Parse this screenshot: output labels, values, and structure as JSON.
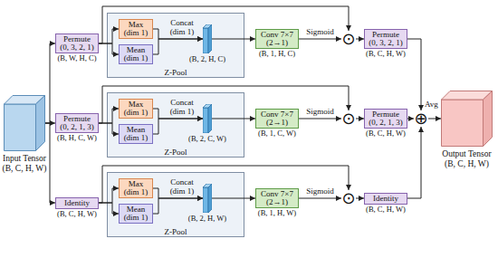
{
  "diagram": {
    "nodes": [
      {
        "text": [
          "Input Tensor",
          "(B, C, H, W)"
        ]
      },
      {
        "text": [
          "Permute (0, 3, 2, 1)",
          "(B, W, H, C)"
        ]
      },
      {
        "text": [
          "Z-Pool"
        ]
      },
      {
        "text": [
          "Max (dim 1)"
        ],
        "in": 2
      },
      {
        "text": [
          "Mean (dim 1)"
        ],
        "in": 2
      },
      {
        "text": [
          "(B, 2, H, C)"
        ],
        "in": 2
      },
      {
        "text": [
          "Conv 7×7 (2→1)",
          "(B, 1, H, C)"
        ]
      },
      {
        "text": [
          "⊙"
        ]
      },
      {
        "text": [
          "Permute (0, 3, 2, 1)",
          "(B, C, H, W)"
        ]
      },
      {
        "text": [
          "Permute (0, 2, 1, 3)",
          "(B, H, C, W)"
        ]
      },
      {
        "text": [
          "Z-Pool"
        ]
      },
      {
        "text": [
          "Max (dim 1)"
        ],
        "in": 10
      },
      {
        "text": [
          "Mean (dim 1)"
        ],
        "in": 10
      },
      {
        "text": [
          "(B, 2, C, W)"
        ],
        "in": 10
      },
      {
        "text": [
          "Conv 7×7 (2→1)",
          "(B, 1, C, W)"
        ]
      },
      {
        "text": [
          "⊙"
        ]
      },
      {
        "text": [
          "Permute (0, 2, 1, 3)",
          "(B, C, H, W)"
        ]
      },
      {
        "text": [
          "Identity",
          "(B, C, H, W)"
        ]
      },
      {
        "text": [
          "Z-Pool"
        ]
      },
      {
        "text": [
          "Max (dim 1)"
        ],
        "in": 18
      },
      {
        "text": [
          "Mean (dim 1)"
        ],
        "in": 18
      },
      {
        "text": [
          "(B, 2, H, W)"
        ],
        "in": 18
      },
      {
        "text": [
          "Conv 7×7 (2→1)",
          "(B, 1, H, W)"
        ]
      },
      {
        "text": [
          "⊙"
        ]
      },
      {
        "text": [
          "Identity",
          "(B, C, H, W)"
        ]
      },
      {
        "text": [
          "⊕"
        ]
      },
      {
        "text": [
          "Output Tensor",
          "(B, C, H, W)"
        ]
      }
    ],
    "edges": [
      {
        "from": 0,
        "to": 1,
        "arrow": "to"
      },
      {
        "from": 0,
        "to": 9,
        "arrow": "to"
      },
      {
        "from": 0,
        "to": 17,
        "arrow": "to"
      },
      {
        "from": 1,
        "to": 3,
        "arrow": "to"
      },
      {
        "from": 1,
        "to": 4,
        "arrow": "to"
      },
      {
        "from": 3,
        "to": 5,
        "arrow": "to"
      },
      {
        "from": 4,
        "to": 5,
        "arrow": "to"
      },
      {
        "from": 5,
        "to": 6,
        "arrow": "to"
      },
      {
        "from": 6,
        "to": 7,
        "label": "Sigmoid",
        "arrow": "to"
      },
      {
        "from": 1,
        "to": 7,
        "arrow": "to"
      },
      {
        "from": 7,
        "to": 8,
        "arrow": "to"
      },
      {
        "from": 8,
        "to": 25,
        "arrow": "to"
      },
      {
        "from": 9,
        "to": 11,
        "arrow": "to"
      },
      {
        "from": 9,
        "to": 12,
        "arrow": "to"
      },
      {
        "from": 11,
        "to": 13,
        "arrow": "to"
      },
      {
        "from": 12,
        "to": 13,
        "arrow": "to"
      },
      {
        "from": 13,
        "to": 14,
        "arrow": "to"
      },
      {
        "from": 14,
        "to": 15,
        "label": "Sigmoid",
        "arrow": "to"
      },
      {
        "from": 9,
        "to": 15,
        "arrow": "to"
      },
      {
        "from": 15,
        "to": 16,
        "arrow": "to"
      },
      {
        "from": 16,
        "to": 25,
        "arrow": "to"
      },
      {
        "from": 17,
        "to": 19,
        "arrow": "to"
      },
      {
        "from": 17,
        "to": 20,
        "arrow": "to"
      },
      {
        "from": 19,
        "to": 21,
        "arrow": "to"
      },
      {
        "from": 20,
        "to": 21,
        "arrow": "to"
      },
      {
        "from": 21,
        "to": 22,
        "arrow": "to"
      },
      {
        "from": 22,
        "to": 23,
        "label": "Sigmoid",
        "arrow": "to"
      },
      {
        "from": 17,
        "to": 23,
        "arrow": "to"
      },
      {
        "from": 23,
        "to": 24,
        "arrow": "to"
      },
      {
        "from": 24,
        "to": 25,
        "arrow": "to"
      },
      {
        "from": 25,
        "to": 26,
        "arrow": "to"
      }
    ],
    "labels": [
      "Concat (dim 1)",
      "Concat (dim 1)",
      "Concat (dim 1)",
      "Avg"
    ]
  }
}
